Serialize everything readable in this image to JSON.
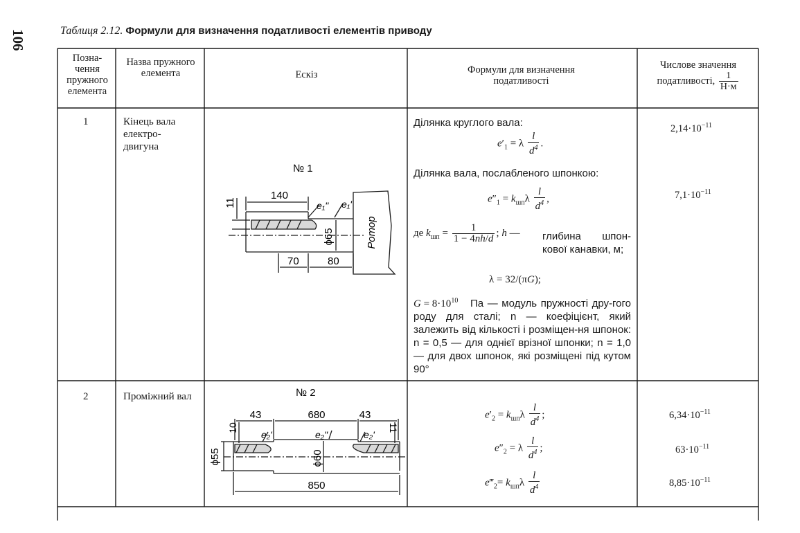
{
  "page_number": "106",
  "caption": {
    "number": "Таблиця 2.12.",
    "title": "Формули для визначення податливості елементів приводу"
  },
  "header": {
    "col1": "Позна-чення пружного елемента",
    "col2": "Назва пружного елемента",
    "col3": "Ескіз",
    "col4": "Формули для визначення податливості",
    "col5": "Числове значення податливості,"
  },
  "header_unit": {
    "num": "1",
    "den": "Н·м"
  },
  "rows": [
    {
      "index": "1",
      "name": "Кінець вала електро-двигуна",
      "sketch": {
        "title": "№ 1",
        "dims": [
          "140",
          "11",
          "70",
          "80",
          "ϕ65"
        ],
        "labels": [
          "e₁\"",
          "e₁'",
          "Ротор"
        ]
      },
      "text1": "Ділянка круглого вала:",
      "text2": "Ділянка вала, послабленого шпонкою:",
      "text3": "глибина шпон-кової канавки, м;",
      "text4": "Па — модуль пружності дру-гого роду для сталі; n — коефіцієнт, який залежить від кількості і розміщен-ня шпонок: n = 0,5 — для однієї врізної шпонки; n = 1,0 — для двох шпонок, які розміщені під кутом 90°",
      "values": [
        "2,14·10",
        "7,1·10"
      ],
      "exponent": "−11"
    },
    {
      "index": "2",
      "name": "Проміжний вал",
      "sketch": {
        "title": "№ 2",
        "dims": [
          "43",
          "680",
          "43",
          "10",
          "11",
          "ϕ55",
          "ϕ60",
          "850"
        ],
        "labels": [
          "e₂'",
          "e₂\"",
          "e₂'"
        ]
      },
      "values": [
        "6,34·10",
        "63·10",
        "8,85·10"
      ],
      "exponent": "−11"
    }
  ]
}
